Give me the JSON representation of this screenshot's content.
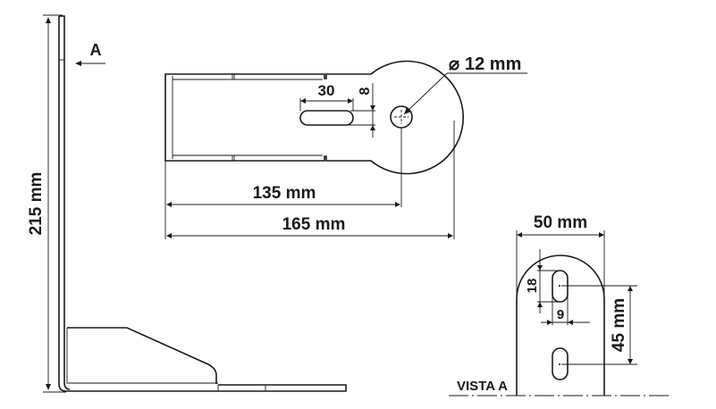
{
  "drawing": {
    "type": "technical-drawing",
    "subject": "L-shaped mounting bracket",
    "view_marker": "A",
    "views": {
      "side": {
        "height_label": "215 mm"
      },
      "top": {
        "hole_diameter_label": "12 mm",
        "hole_diameter_symbol": "⌀",
        "slot_length_label": "30",
        "slot_width_label": "8",
        "hole_distance_label": "135 mm",
        "total_length_label": "165 mm"
      },
      "front": {
        "title": "VISTA A",
        "width_label": "50 mm",
        "slot_height_label": "18",
        "slot_width_label": "9",
        "slot_spacing_label": "45 mm"
      }
    },
    "colors": {
      "line": "#1a1a1a",
      "background": "#ffffff"
    }
  }
}
